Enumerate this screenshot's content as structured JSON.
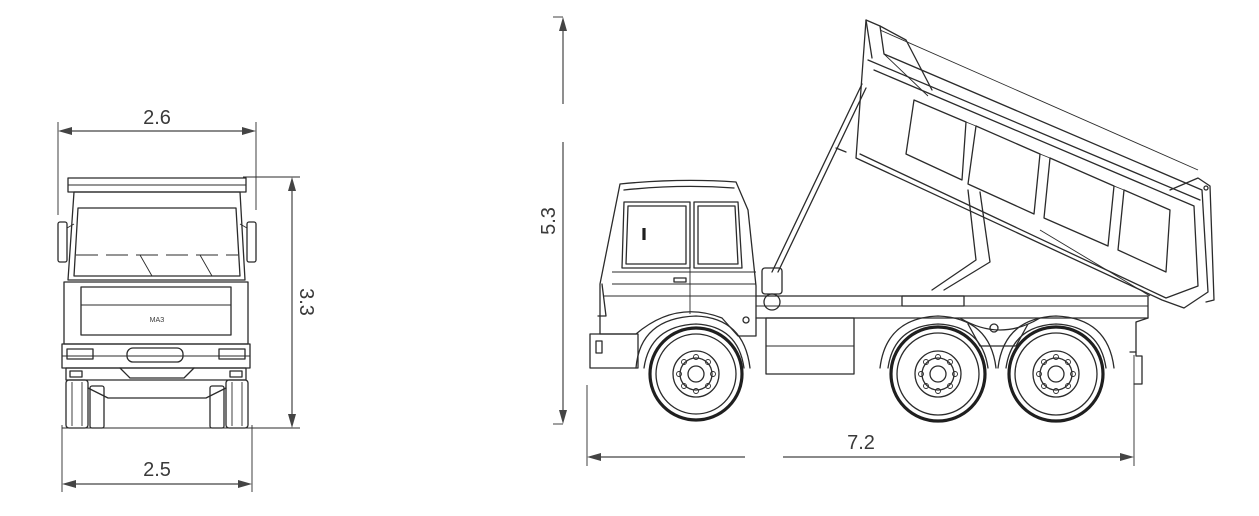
{
  "front_view": {
    "width_top": "2.6",
    "height": "3.3",
    "width_bottom": "2.5",
    "badge": "МАЗ"
  },
  "side_view": {
    "height_tipped": "5.3",
    "length": "7.2"
  }
}
